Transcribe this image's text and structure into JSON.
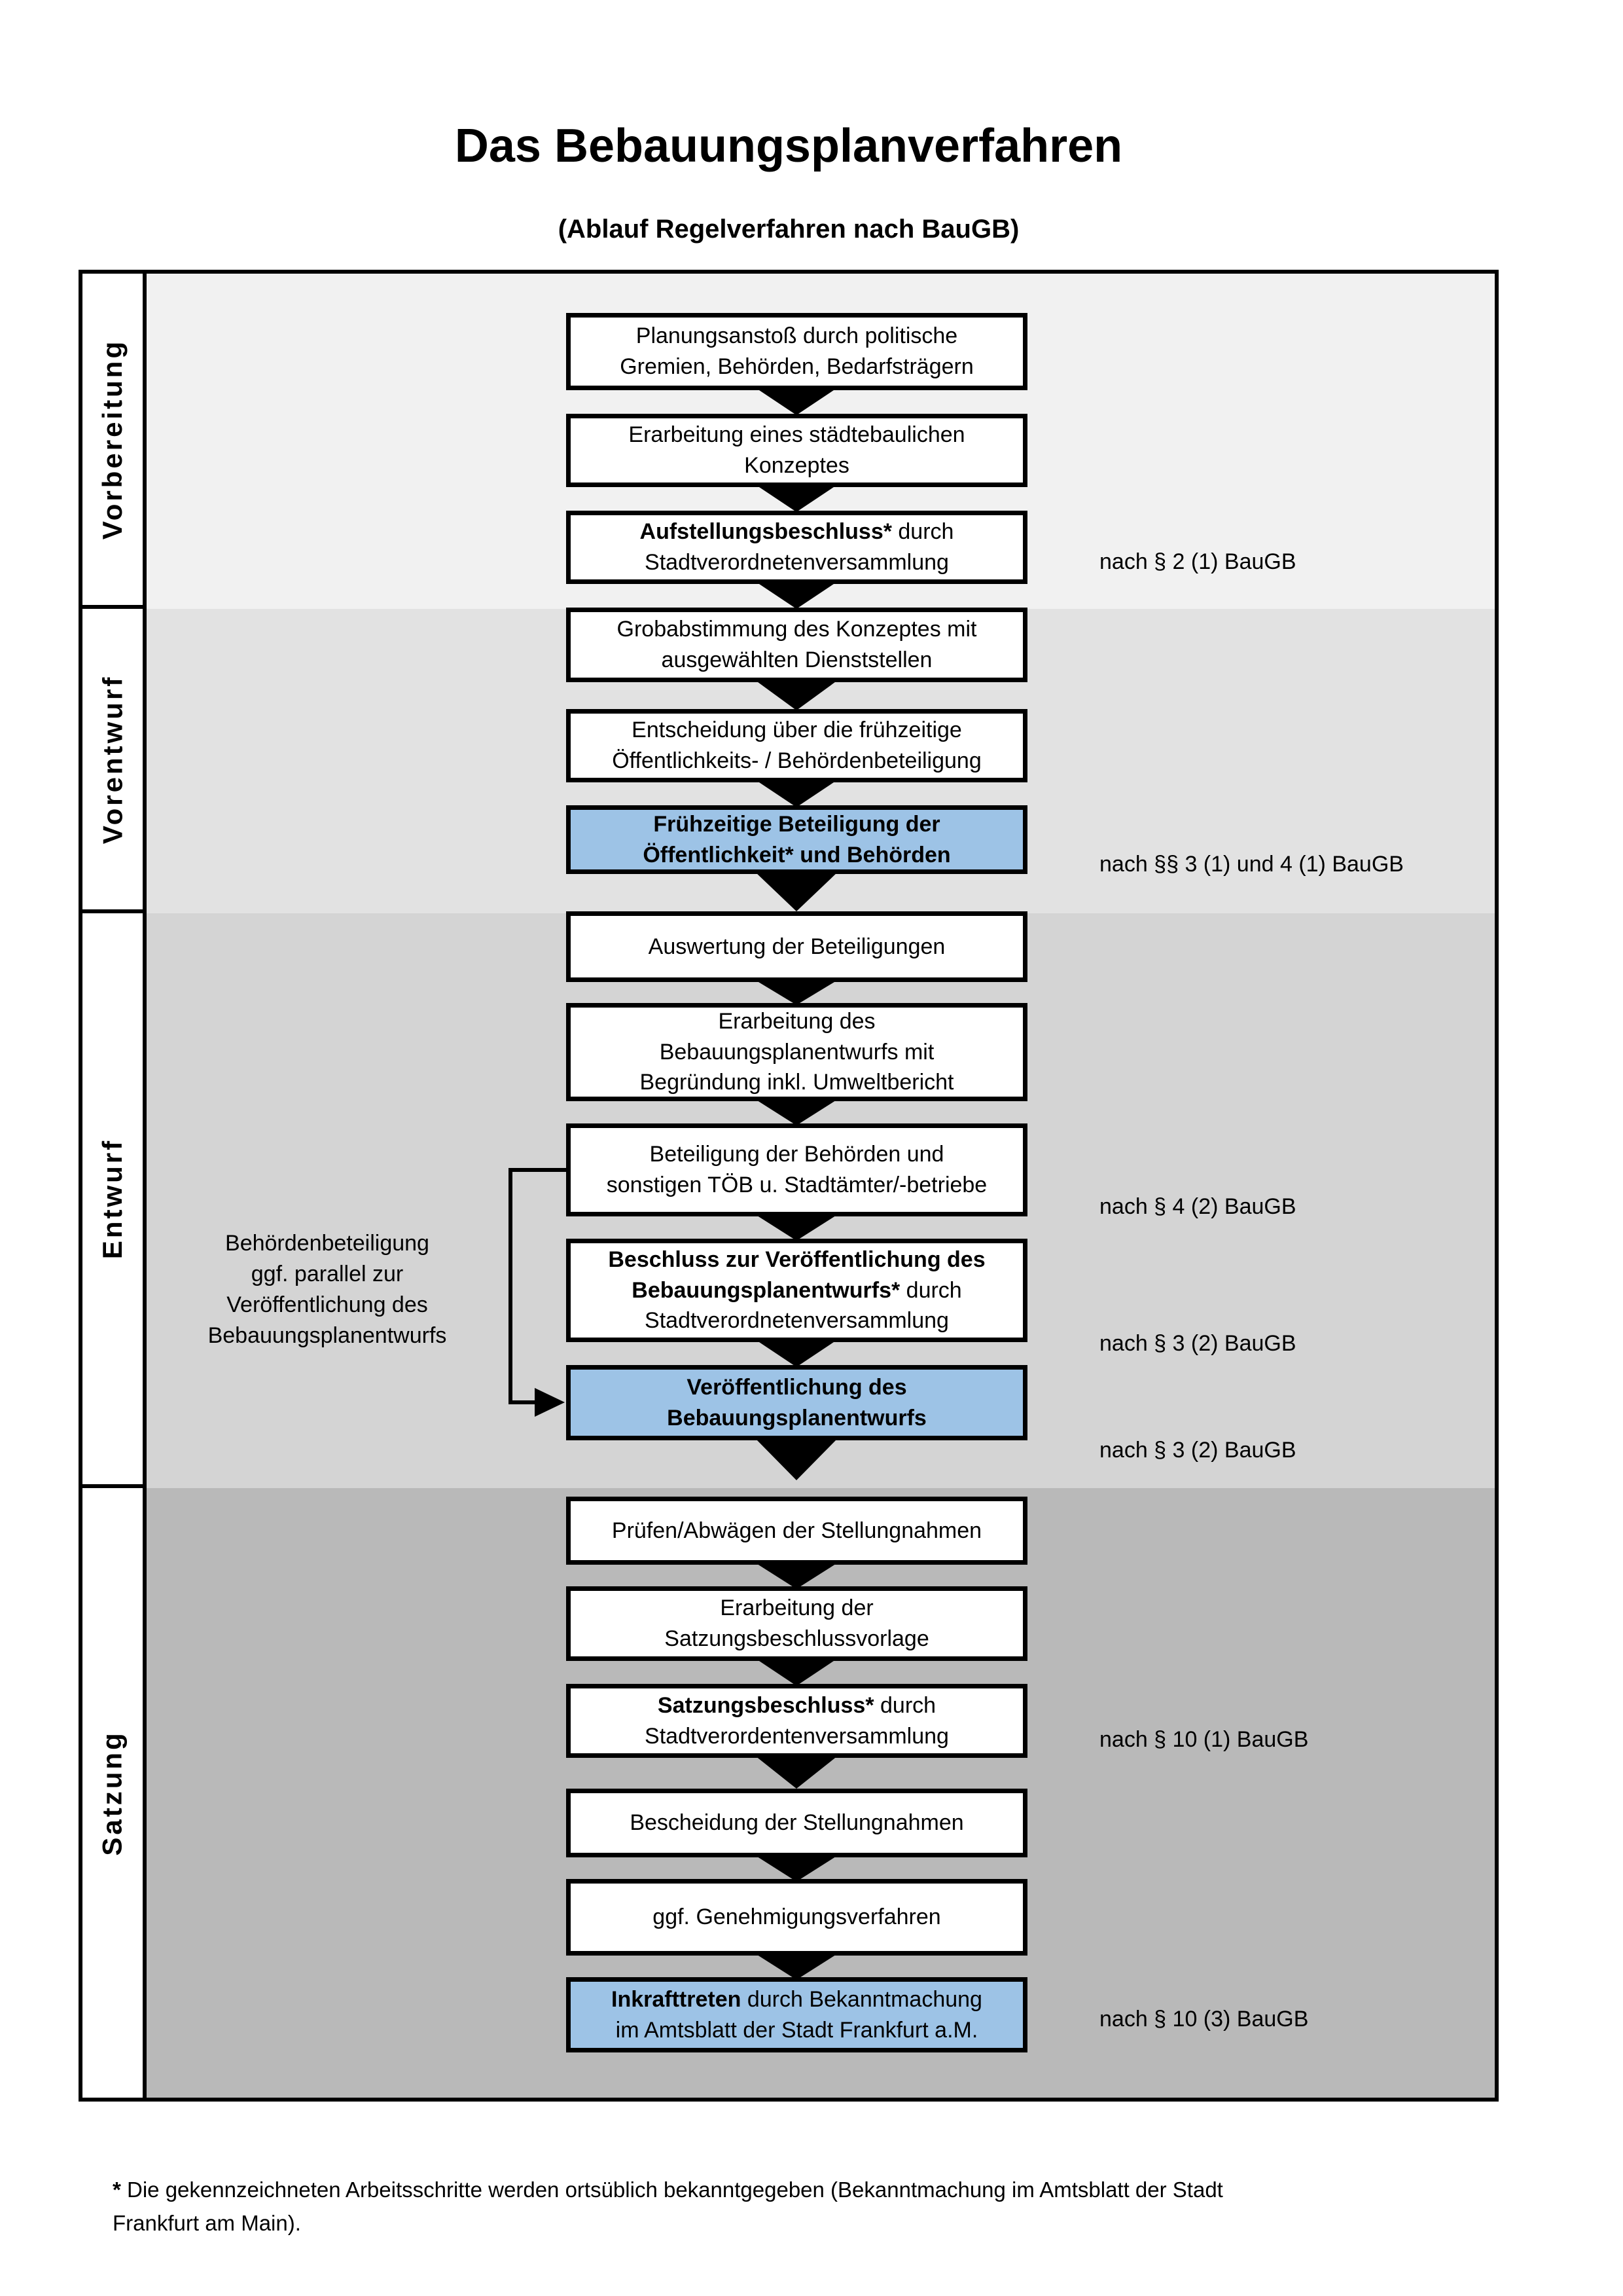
{
  "title": "Das Bebauungsplanverfahren",
  "subtitle": "(Ablauf Regelverfahren nach BauGB)",
  "phases": [
    {
      "label": "Vorbereitung"
    },
    {
      "label": "Vorentwurf"
    },
    {
      "label": "Entwurf"
    },
    {
      "label": "Satzung"
    }
  ],
  "boxes": [
    {
      "bold": "",
      "text": "Planungsanstoß durch politische\nGremien, Behörden, Bedarfsträgern",
      "highlighted": false
    },
    {
      "bold": "",
      "text": "Erarbeitung eines städtebaulichen\nKonzeptes",
      "highlighted": false
    },
    {
      "bold": "Aufstellungsbeschluss*",
      "text": " durch\nStadtverordnetenversammlung",
      "highlighted": false
    },
    {
      "bold": "",
      "text": "Grobabstimmung des Konzeptes mit\nausgewählten Dienststellen",
      "highlighted": false
    },
    {
      "bold": "",
      "text": "Entscheidung über die frühzeitige\nÖffentlichkeits- / Behördenbeteiligung",
      "highlighted": false
    },
    {
      "bold": "Frühzeitige Beteiligung der\nÖffentlichkeit* und Behörden",
      "text": "",
      "highlighted": true
    },
    {
      "bold": "",
      "text": "Auswertung der Beteiligungen",
      "highlighted": false
    },
    {
      "bold": "",
      "text": "Erarbeitung des\nBebauungsplanentwurfs mit\nBegründung inkl. Umweltbericht",
      "highlighted": false
    },
    {
      "bold": "",
      "text": "Beteiligung der Behörden und\nsonstigen TÖB u. Stadtämter/-betriebe",
      "highlighted": false
    },
    {
      "bold": "Beschluss zur Veröffentlichung des\nBebauungsplanentwurfs*",
      "text": " durch\nStadtverordnetenversammlung",
      "highlighted": false
    },
    {
      "bold": "Veröffentlichung des\nBebauungsplanentwurfs",
      "text": "",
      "highlighted": true
    },
    {
      "bold": "",
      "text": "Prüfen/Abwägen der Stellungnahmen",
      "highlighted": false
    },
    {
      "bold": "",
      "text": "Erarbeitung der\nSatzungsbeschlussvorlage",
      "highlighted": false
    },
    {
      "bold": "Satzungsbeschluss*",
      "text": " durch\nStadtverordentenversammlung",
      "highlighted": false
    },
    {
      "bold": "",
      "text": "Bescheidung der Stellungnahmen",
      "highlighted": false
    },
    {
      "bold": "",
      "text": "ggf. Genehmigungsverfahren",
      "highlighted": false
    },
    {
      "bold": "Inkrafttreten",
      "text": " durch Bekanntmachung\nim Amtsblatt der Stadt Frankfurt a.M.",
      "highlighted": true
    }
  ],
  "annotations": [
    "nach § 2 (1) BauGB",
    "nach §§ 3 (1) und 4 (1) BauGB",
    "nach § 4 (2) BauGB",
    "nach § 3 (2) BauGB",
    "nach § 3 (2) BauGB",
    "nach § 10 (1) BauGB",
    "nach § 10 (3) BauGB"
  ],
  "side_note": "Behördenbeteiligung\nggf. parallel zur\nVeröffentlichung des\nBebauungsplanentwurfs",
  "footnote": {
    "marker": "*",
    "text": " Die gekennzeichneten Arbeitsschritte werden ortsüblich bekanntgegeben (Bekanntmachung im Amtsblatt  der Stadt\nFrankfurt am Main)."
  },
  "colors": {
    "highlight_blue": "#9dc3e6",
    "band_vorbereitung": "#f1f1f1",
    "band_vorentwurf": "#e2e2e2",
    "band_entwurf": "#d4d4d4",
    "band_satzung": "#b9b9b9",
    "line_black": "#000000"
  }
}
